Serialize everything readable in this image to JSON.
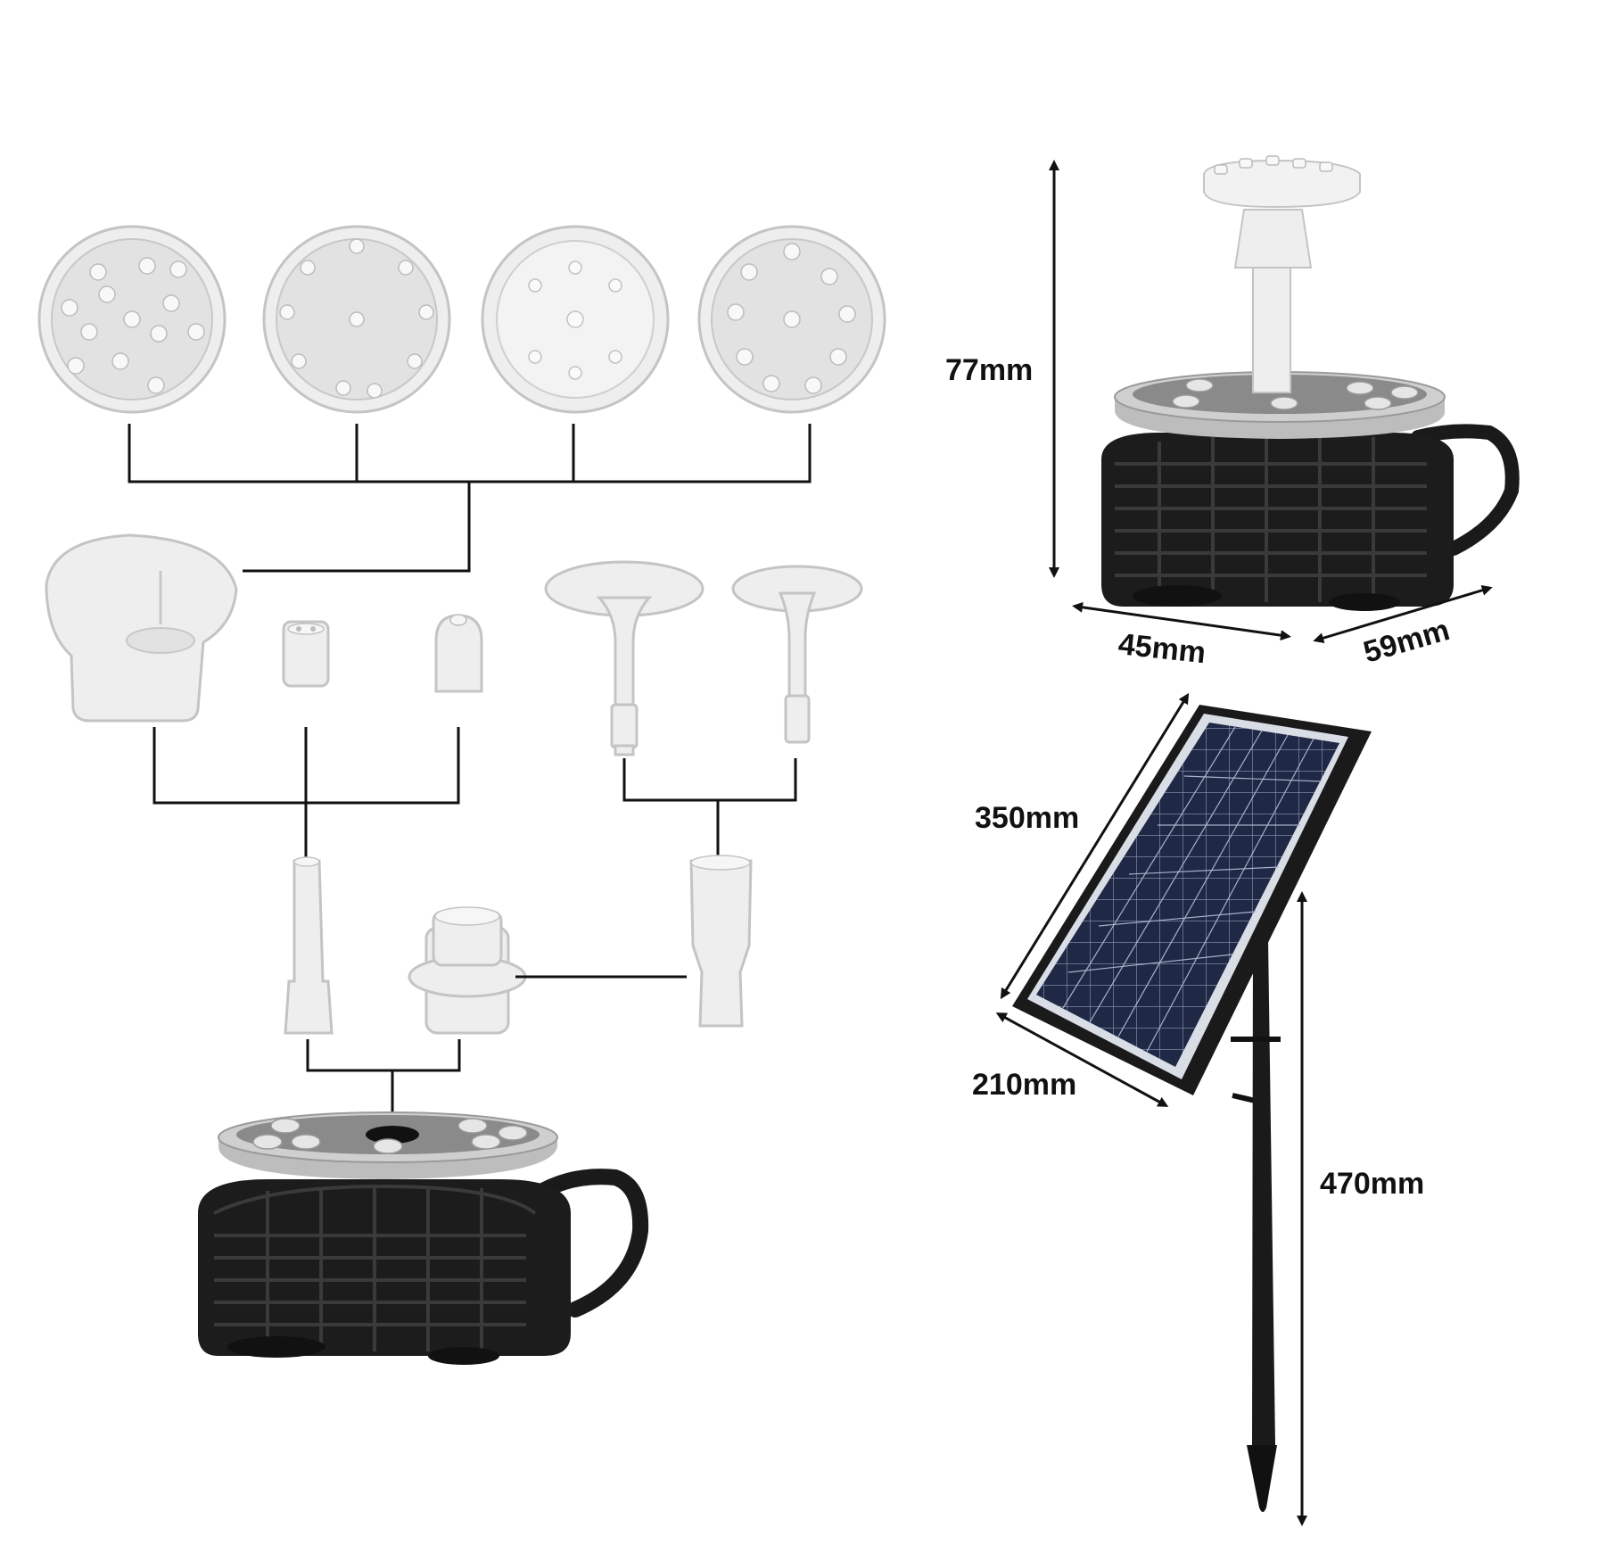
{
  "colors": {
    "background": "#ffffff",
    "line": "#111111",
    "clear_plastic": "#eeeeee",
    "pump_body": "#1c1c1c",
    "solar_cell": "#1f2844",
    "panel_frame": "#1a1a1a"
  },
  "dimensions": {
    "pump_height": "77mm",
    "pump_width": "45mm",
    "pump_depth": "59mm",
    "panel_length": "350mm",
    "panel_width": "210mm",
    "stake_length": "470mm"
  }
}
